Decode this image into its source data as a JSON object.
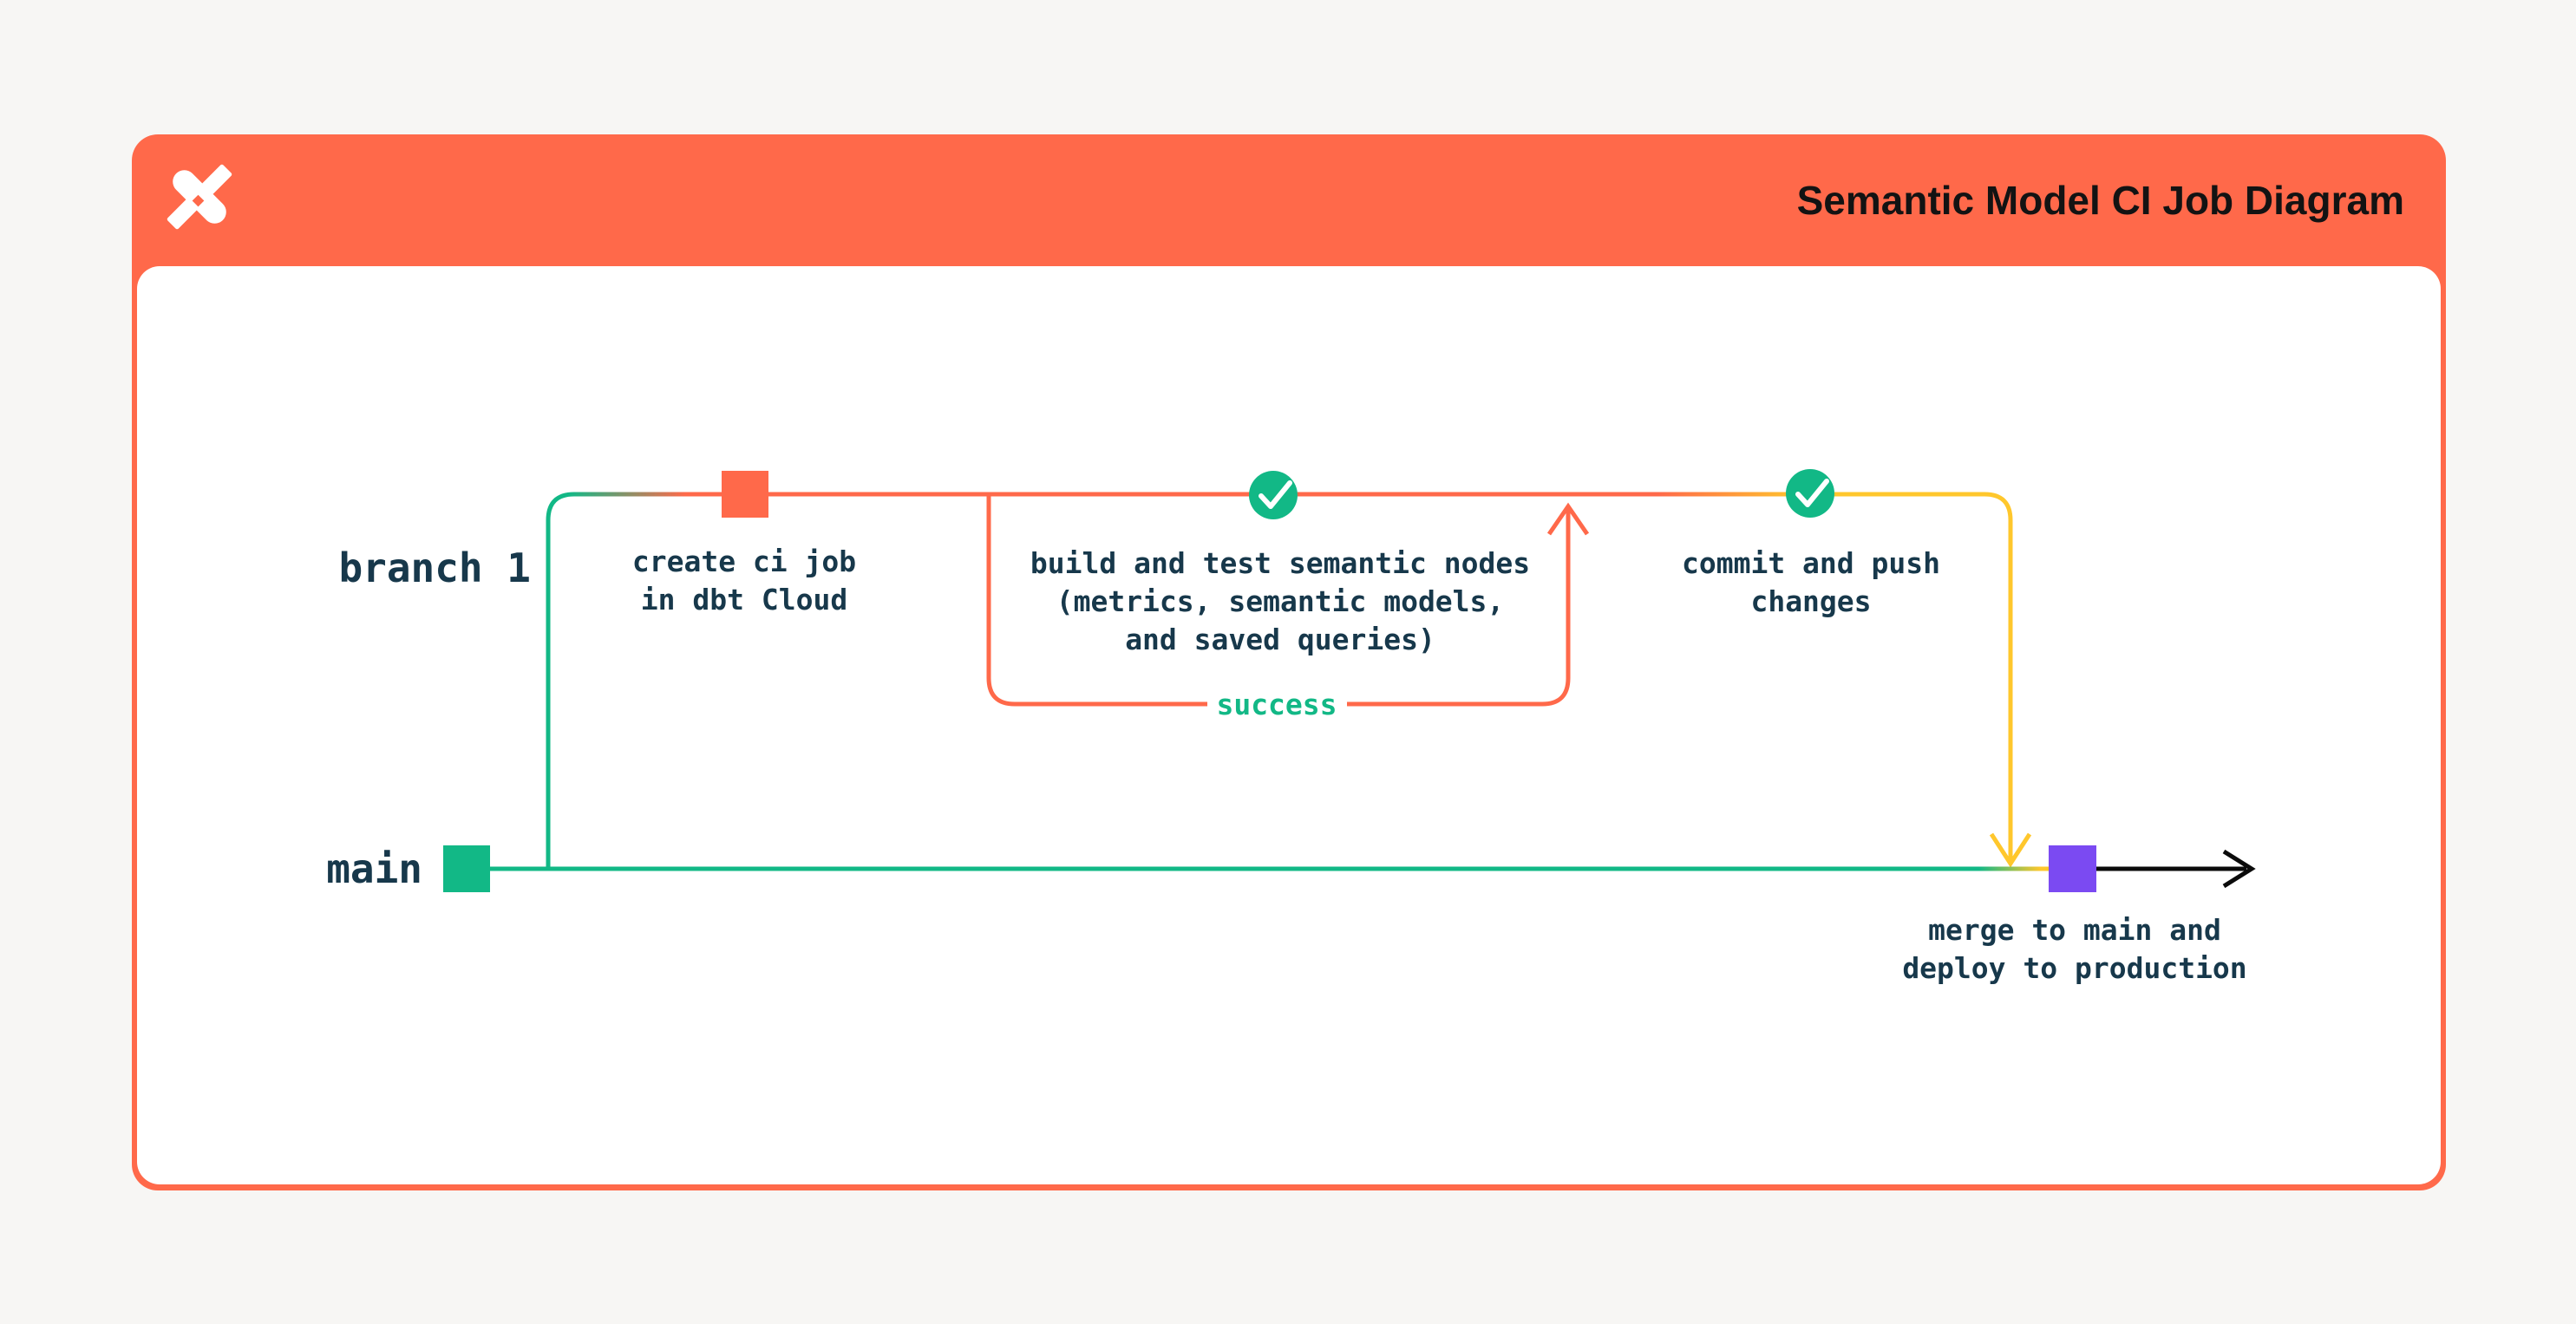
{
  "header": {
    "title": "Semantic Model CI Job Diagram",
    "logo_name": "dbt-logo",
    "background": "#FF694A",
    "title_color": "#131313"
  },
  "colors": {
    "accent_orange": "#FF694A",
    "success_green": "#12B886",
    "merge_yellow": "#FFC72C",
    "deploy_purple": "#7B4AF2",
    "text_navy": "#17384B",
    "arrow_black": "#0B0B0B",
    "page_background": "#F7F6F4",
    "card_background": "#FFFFFF"
  },
  "diagram": {
    "branch_label": "branch 1",
    "main_label": "main",
    "steps": {
      "create_ci": "create ci job\nin dbt Cloud",
      "build_test": "build and test semantic nodes\n(metrics, semantic models,\nand saved queries)",
      "commit_push": "commit and push\nchanges",
      "merge_deploy": "merge to main and\ndeploy to production"
    },
    "loop_label": "success",
    "nodes": [
      {
        "type": "square",
        "color": "#12B886",
        "meaning": "main branch start commit"
      },
      {
        "type": "square",
        "color": "#FF694A",
        "meaning": "create ci job commit"
      },
      {
        "type": "check-circle",
        "color": "#12B886",
        "meaning": "build and test passed"
      },
      {
        "type": "check-circle",
        "color": "#12B886",
        "meaning": "commit and push passed"
      },
      {
        "type": "square",
        "color": "#7B4AF2",
        "meaning": "merge to main commit"
      }
    ]
  }
}
